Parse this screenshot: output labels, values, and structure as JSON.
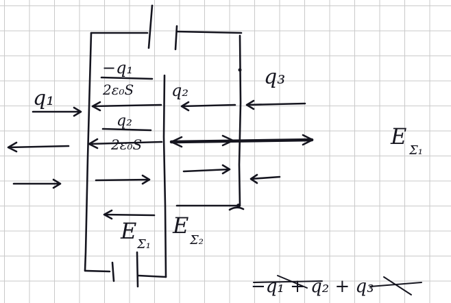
{
  "labels": {
    "q1": "q₁",
    "q2": "q₂",
    "q3": "q₃",
    "field_q1": "−q₁",
    "field_q1_den": "2ε₀S",
    "field_q2": "q₂",
    "field_q2_den": "2ε₀S",
    "e_sigma1": "E",
    "e_sigma1_sub": "Σ₁",
    "e_sigma2": "E",
    "e_sigma2_sub": "Σ₂",
    "e_right": "E",
    "e_right_sub": "Σ₁",
    "crossed_sum": "−q₁ + q₂ + q₃"
  },
  "colors": {
    "ink": "#15151f",
    "grid": "#c9c9c9",
    "paper": "#ffffff"
  }
}
